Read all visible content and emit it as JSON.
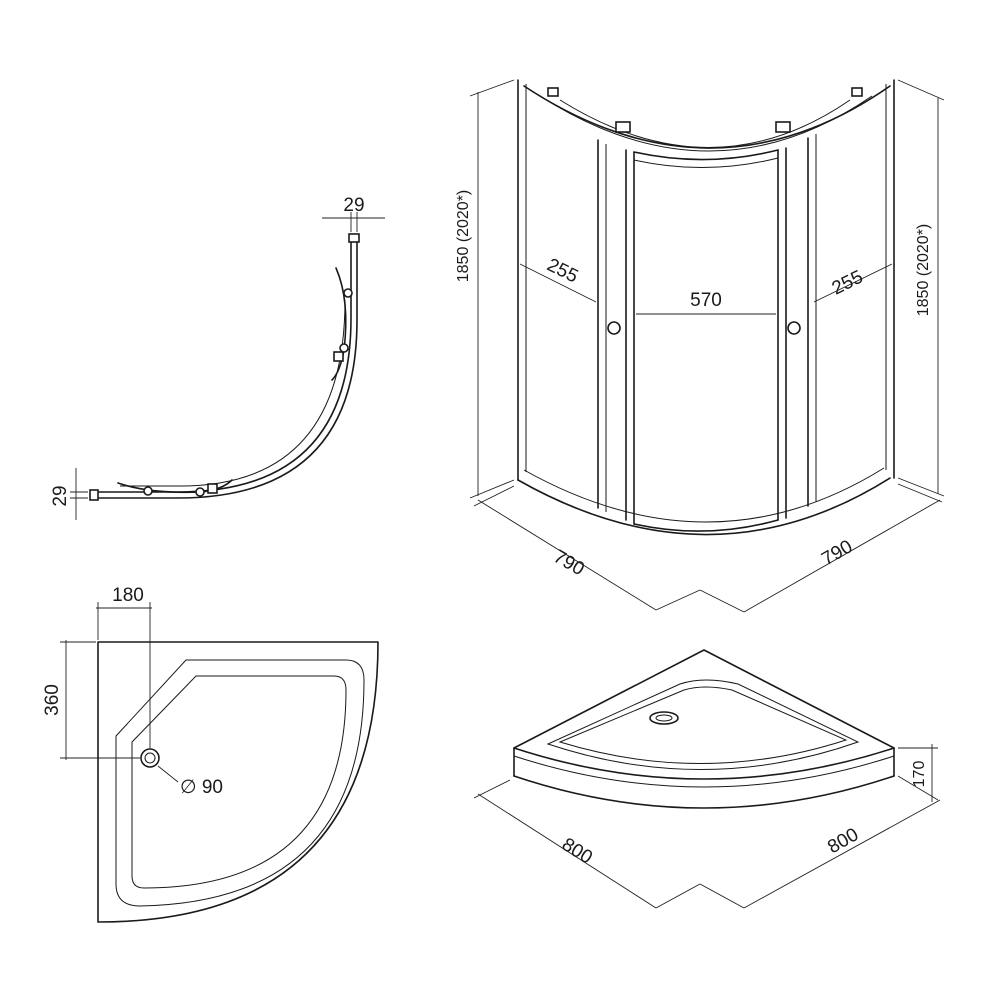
{
  "profile_view": {
    "wall_offset_top": "29",
    "wall_offset_left": "29"
  },
  "enclosure_view": {
    "height_left": "1850 (2020*)",
    "height_right": "1850 (2020*)",
    "fixed_panel_left": "255",
    "door_opening": "570",
    "fixed_panel_right": "255",
    "depth_left": "790",
    "depth_right": "790"
  },
  "tray_plan_view": {
    "drain_offset_x": "180",
    "drain_offset_y": "360",
    "drain_diameter": "∅ 90"
  },
  "tray_3d_view": {
    "tray_height": "170",
    "depth_left": "800",
    "depth_right": "800"
  }
}
